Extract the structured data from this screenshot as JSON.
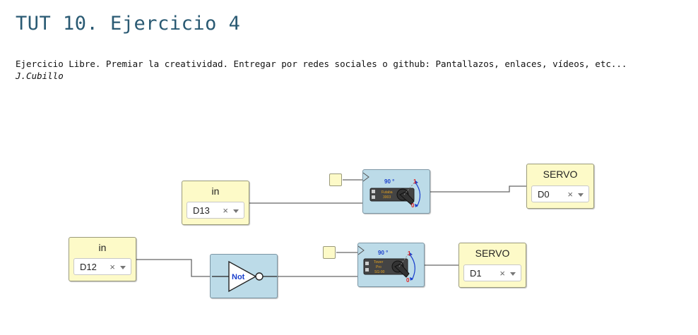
{
  "page": {
    "title": "TUT 10. Ejercicio 4",
    "description": "Ejercicio Libre. Premiar la creatividad. Entregar por redes sociales o github: Pantallazos, enlaces, vídeos, etc...",
    "author": "J.Cubillo"
  },
  "diagram": {
    "in_block_1": {
      "label": "in",
      "pin": "D13",
      "clear": "×"
    },
    "in_block_2": {
      "label": "in",
      "pin": "D12",
      "clear": "×"
    },
    "servo_block_1": {
      "label": "SERVO",
      "pin": "D0",
      "clear": "×"
    },
    "servo_block_2": {
      "label": "SERVO",
      "pin": "D1",
      "clear": "×"
    },
    "not_gate": {
      "label": "Not"
    },
    "servo_graphic_1": {
      "angle": "90 °",
      "max": "1",
      "min": "0",
      "brand": "Futaba",
      "model": "3003"
    },
    "servo_graphic_2": {
      "angle": "90 °",
      "max": "1",
      "min": "0",
      "brand": "Tower",
      "sub": "Pro",
      "model": "SG-90"
    }
  },
  "colors": {
    "title": "#2a5a73",
    "yellow_block": "#fdfac8",
    "blue_block": "#bcdbe8",
    "wire": "#555555",
    "angle_text": "#1a3fcc",
    "limit_red": "#e02020"
  }
}
